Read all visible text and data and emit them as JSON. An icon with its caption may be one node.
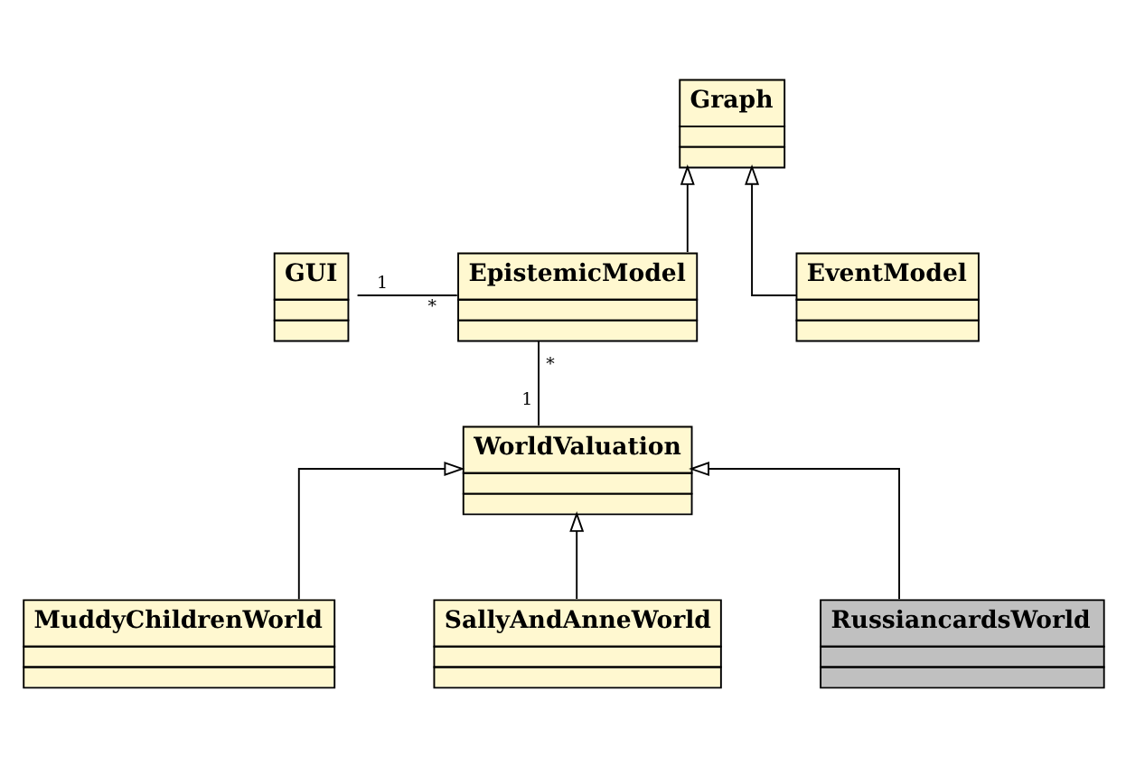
{
  "diagram": {
    "nodes": [
      {
        "text": [
          "Graph"
        ]
      },
      {
        "text": [
          "GUI"
        ]
      },
      {
        "text": [
          "EpistemicModel"
        ]
      },
      {
        "text": [
          "EventModel"
        ]
      },
      {
        "text": [
          "WorldValuation"
        ]
      },
      {
        "text": [
          "MuddyChildrenWorld"
        ]
      },
      {
        "text": [
          "SallyAndAnneWorld"
        ]
      },
      {
        "text": [
          "RussiancardsWorld"
        ]
      }
    ],
    "edges": [
      {
        "from": 2,
        "to": 0,
        "arrow": "to"
      },
      {
        "from": 3,
        "to": 0,
        "arrow": "to"
      },
      {
        "from": 1,
        "to": 2,
        "arrow": "none"
      },
      {
        "from": 2,
        "to": 4,
        "arrow": "none"
      },
      {
        "from": 5,
        "to": 4,
        "arrow": "to"
      },
      {
        "from": 6,
        "to": 4,
        "arrow": "to"
      },
      {
        "from": 7,
        "to": 4,
        "arrow": "to"
      }
    ],
    "labels": [
      "1",
      "*",
      "*",
      "1"
    ]
  }
}
